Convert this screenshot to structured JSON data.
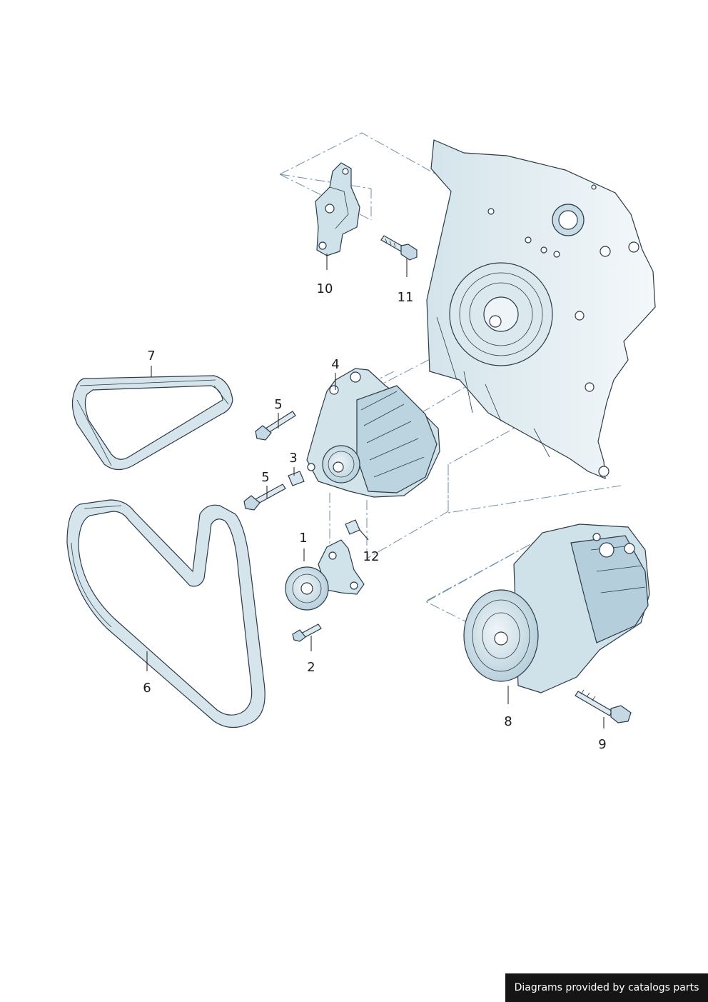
{
  "callouts": {
    "c1": "1",
    "c2": "2",
    "c3": "3",
    "c4": "4",
    "c5a": "5",
    "c5b": "5",
    "c6": "6",
    "c7": "7",
    "c8": "8",
    "c9": "9",
    "c10": "10",
    "c11": "11",
    "c12": "12"
  },
  "footer": {
    "text": "Diagrams provided by catalogs parts"
  },
  "colors": {
    "part_fill_light": "#e3eef3",
    "part_fill_mid": "#c6dbe4",
    "part_fill_dark": "#9fbccb",
    "outline": "#2b3a48",
    "leader_dash": "#6f8ea8",
    "footer_bg": "#151515"
  }
}
